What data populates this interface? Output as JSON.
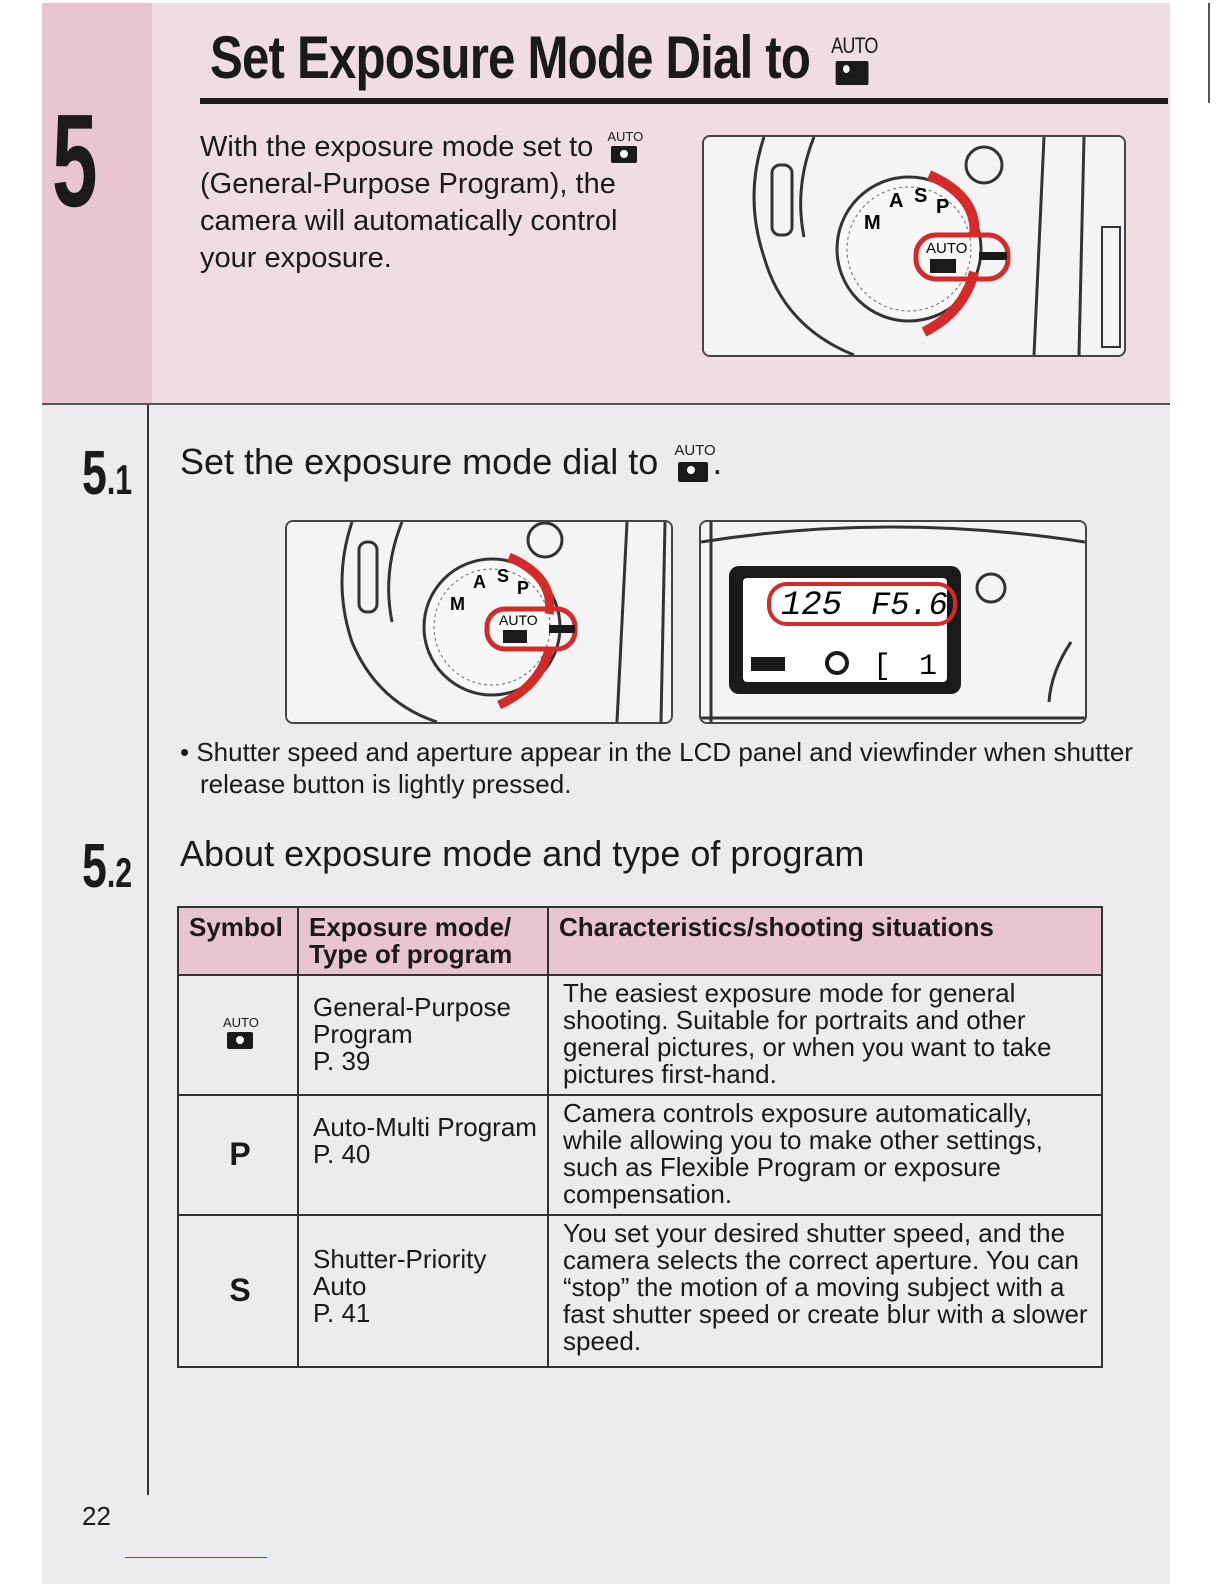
{
  "header": {
    "chapter_number": "5",
    "title": "Set Exposure Mode Dial to",
    "title_icon": "auto-camera-icon",
    "intro_part1": "With the exposure mode set to",
    "intro_part2": "(General-Purpose Program), the camera will automatically control your exposure."
  },
  "auto_label": "AUTO",
  "section1": {
    "number": "5",
    "sub": ".1",
    "heading": "Set the exposure mode dial to",
    "heading_end": ".",
    "bullet": "• Shutter speed and aperture appear in the LCD panel and viewfinder when shutter release button is lightly pressed."
  },
  "dial_labels": {
    "m": "M",
    "a": "A",
    "s": "S",
    "p": "P"
  },
  "lcd": {
    "shutter": "125",
    "aperture": "F5.6",
    "frame": "1"
  },
  "section2": {
    "number": "5",
    "sub": ".2",
    "heading": "About exposure mode and type of program"
  },
  "table": {
    "headers": [
      "Symbol",
      "Exposure mode/ Type of program",
      "Characteristics/shooting situations"
    ],
    "rows": [
      {
        "symbol": "",
        "mode": "General-Purpose Program",
        "page": "P. 39",
        "desc": "The easiest exposure mode for general shooting. Suitable for portraits and other general pictures, or when you want to take pictures first-hand."
      },
      {
        "symbol": "P",
        "mode": "Auto-Multi Program",
        "page": "P. 40",
        "desc": "Camera controls exposure automatically, while allowing you to make other settings, such as Flexible Program or exposure compensation."
      },
      {
        "symbol": "S",
        "mode": "Shutter-Priority Auto",
        "page": "P. 41",
        "desc": "You set your desired shutter speed, and the camera selects the correct aperture. You can “stop” the motion of a moving subject with a fast shutter speed or create blur with a slower speed."
      }
    ]
  },
  "page_number": "22",
  "colors": {
    "accent_pink": "#f0dde2",
    "tab_pink": "#e8c5cf",
    "table_header": "#e9c6cf",
    "highlight_red": "#d42a2a"
  }
}
